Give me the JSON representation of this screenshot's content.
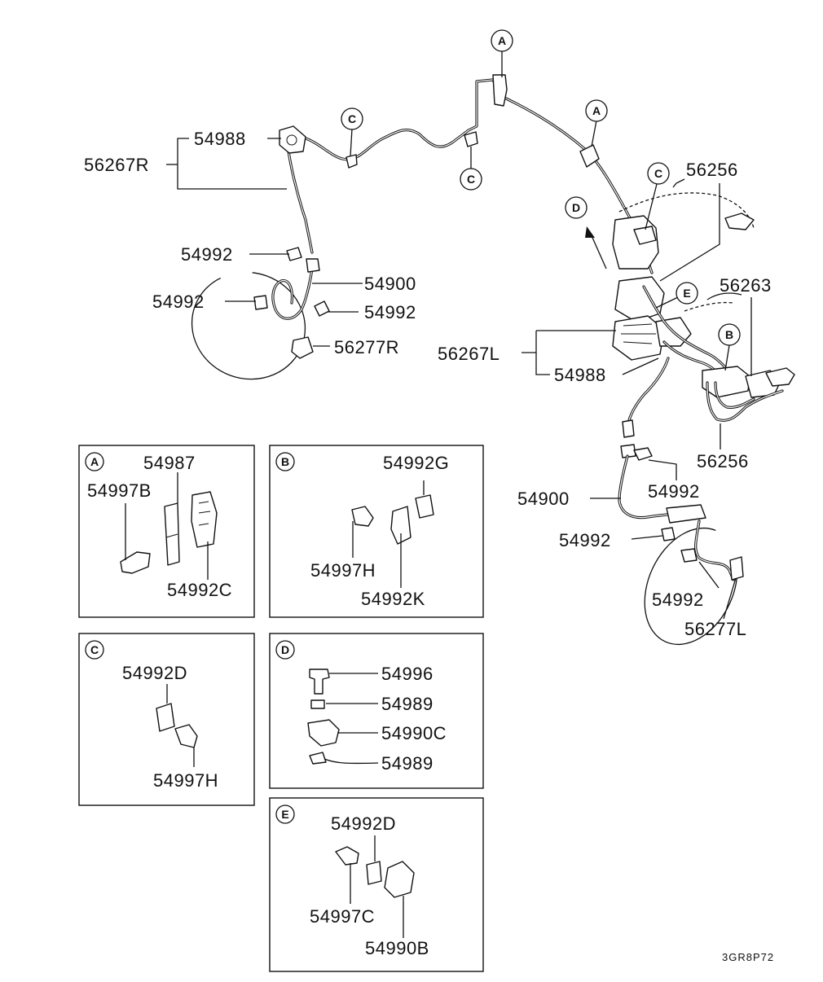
{
  "callouts": {
    "A_top": "A",
    "A_mid": "A",
    "C_1": "C",
    "C_2": "C",
    "C_3": "C",
    "D_arrow": "D",
    "E_body": "E",
    "B_body": "B"
  },
  "labels": {
    "p54988_r": "54988",
    "p56267r": "56267R",
    "p54992_r1": "54992",
    "p54900_r": "54900",
    "p54992_r2": "54992",
    "p54992_r3": "54992",
    "p56277r": "56277R",
    "p56256_top": "56256",
    "p56263": "56263",
    "p56267l": "56267L",
    "p54988_l": "54988",
    "p56256_bot": "56256",
    "p54900_l": "54900",
    "p54992_l1": "54992",
    "p54992_l2": "54992",
    "p54992_l3": "54992",
    "p56277l": "56277L"
  },
  "detail_a": {
    "tag": "A",
    "l1": "54987",
    "l2": "54997B",
    "l3": "54992C"
  },
  "detail_b": {
    "tag": "B",
    "l1": "54992G",
    "l2": "54997H",
    "l3": "54992K"
  },
  "detail_c": {
    "tag": "C",
    "l1": "54992D",
    "l2": "54997H"
  },
  "detail_d": {
    "tag": "D",
    "l1": "54996",
    "l2": "54989",
    "l3": "54990C",
    "l4": "54989"
  },
  "detail_e": {
    "tag": "E",
    "l1": "54992D",
    "l2": "54997C",
    "l3": "54990B"
  },
  "figure_code": "3GR8P72"
}
